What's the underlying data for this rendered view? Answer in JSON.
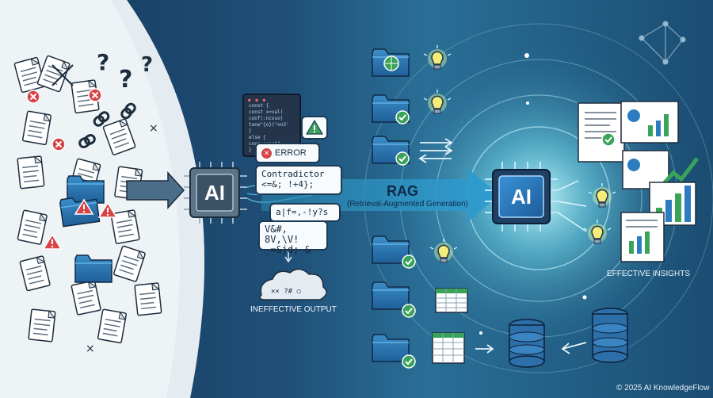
{
  "left": {
    "ai_label": "AI",
    "code_lines": [
      "const {",
      "  const x=val(",
      "  conf(:ncoso]",
      "  tane\"{o}(\"on3'",
      "}",
      "else {",
      "  coos.exect\"",
      "}"
    ],
    "error_label": "ERROR",
    "contradiction_lines": [
      "Contradictor",
      "<=&; !+4};"
    ],
    "garbled_1": "a|f=,-!y?s",
    "garbled_2_lines": [
      "V&#, 8V,\\V!",
      "_=&jd; &"
    ],
    "output_label": "INEFFECTIVE OUTPUT"
  },
  "center": {
    "rag_title": "RAG",
    "rag_subtitle": "(Retrieval-Augmented Generation)"
  },
  "right": {
    "ai_label": "AI",
    "insights_label": "EFFECTIVE INSIGHTS"
  },
  "footer": {
    "copyright": "© 2025 AI KnowledgeFlow"
  },
  "colors": {
    "chaos_bg": "#eef3f6",
    "accent_green": "#3aa35a",
    "accent_red": "#d84444",
    "warning_yellow": "#f0c419",
    "ai_chip_blue": "#2b7cc0",
    "glow": "#a9f0ff"
  }
}
